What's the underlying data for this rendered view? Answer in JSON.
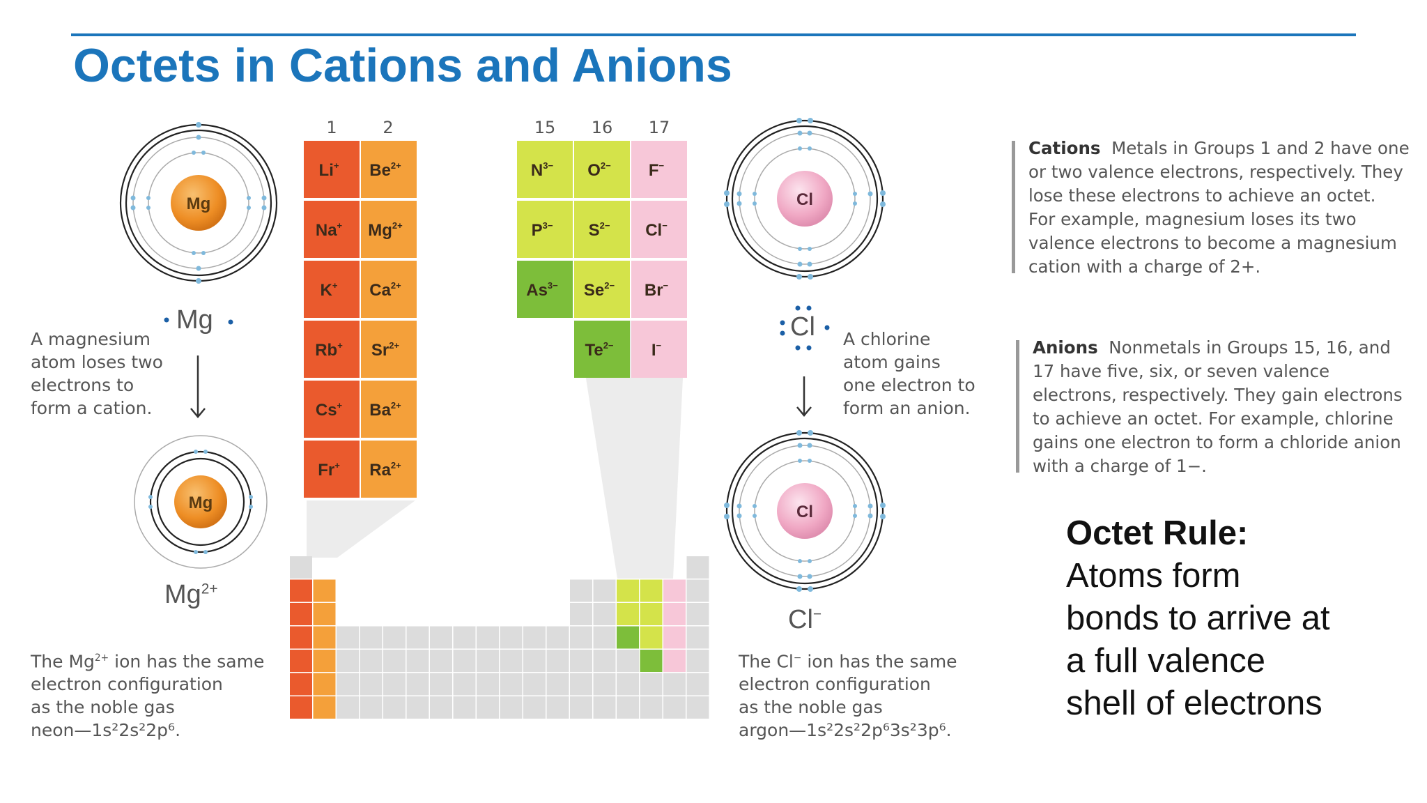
{
  "slide": {
    "title": "Octets in Cations and Anions"
  },
  "figure": {
    "group_numbers": [
      "1",
      "2",
      "15",
      "16",
      "17"
    ],
    "group1_ions": [
      "Li+",
      "Na+",
      "K+",
      "Rb+",
      "Cs+",
      "Fr+"
    ],
    "group2_ions": [
      "Be2+",
      "Mg2+",
      "Ca2+",
      "Sr2+",
      "Ba2+",
      "Ra2+"
    ],
    "group15_ions": [
      "N3−",
      "P3−",
      "As3−"
    ],
    "group16_ions": [
      "O2−",
      "S2−",
      "Se2−",
      "Te2−"
    ],
    "group17_ions": [
      "F−",
      "Cl−",
      "Br−",
      "I−"
    ],
    "mg_atom_label": "Mg",
    "mg_lewis": "Mg",
    "mg_ion_core_label": "Mg",
    "mg_ion_base": "Mg",
    "mg_ion_charge": "2+",
    "mg_left_text": [
      "A magnesium",
      "atom loses two",
      "electrons to",
      "form a cation."
    ],
    "mg_bottom_text": {
      "line1_pre": "The Mg",
      "line1_charge": "2+",
      "line1_post": " ion has the same",
      "line2": "electron configuration",
      "line3": "as the noble gas",
      "line4": "neon—1s²2s²2p⁶."
    },
    "cl_atom_label": "Cl",
    "cl_lewis": "Cl",
    "cl_ion_core_label": "Cl",
    "cl_ion_base": "Cl",
    "cl_ion_charge": "−",
    "cl_right_text": [
      "A chlorine",
      "atom gains",
      "one electron to",
      "form an anion."
    ],
    "cl_bottom_text": {
      "line1_pre": "The Cl",
      "line1_charge": "−",
      "line1_post": " ion has the same",
      "line2": "electron configuration",
      "line3": "as the noble gas",
      "line4": "argon—1s²2s²2p⁶3s²3p⁶."
    }
  },
  "notes": {
    "cations": {
      "heading": "Cations",
      "body": "Metals in Groups 1 and 2 have one or two valence electrons, respectively. They lose these electrons to achieve an octet.",
      "example": "For example, magnesium loses its two valence electrons to become a magnesium cation with a charge of 2+."
    },
    "anions": {
      "heading": "Anions",
      "body": "Nonmetals in Groups 15, 16, and 17 have five, six, or seven valence electrons, respectively. They gain electrons to achieve an octet. For example, chlorine gains one electron to form a chloride anion with a charge of 1−."
    }
  },
  "octet_rule": {
    "heading": "Octet Rule:",
    "lines": [
      "Atoms form",
      "bonds to arrive at",
      "a full valence",
      "shell of electrons"
    ]
  },
  "colors": {
    "title_blue": "#1b75bb",
    "group1": "#ea5a2d",
    "group2": "#f4a03a",
    "group15_light": "#d4e34a",
    "group15_dark": "#7dbe3a",
    "group17": "#f7c7d8",
    "grid": "#dcdcdc",
    "mg_core": "#f0962e",
    "cl_core": "#f2b0c9",
    "electron": "#7fb9dc"
  }
}
